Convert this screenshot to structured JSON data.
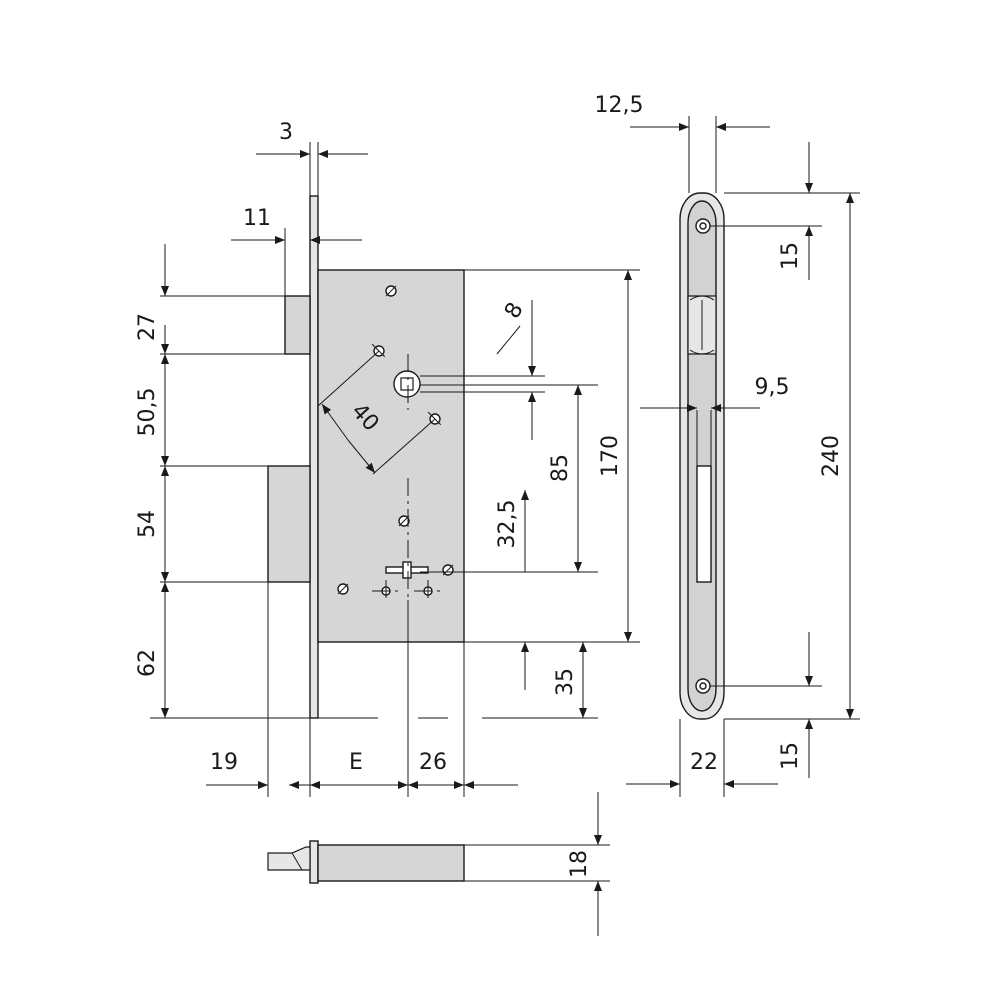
{
  "labels": {
    "faceplate_thickness": "3",
    "latch_projection": "11",
    "latch_height": "27",
    "latch_to_bolt": "50,5",
    "bolt_height": "54",
    "bolt_to_bottom": "62",
    "bolt_throw": "19",
    "backset": "E",
    "case_depth": "26",
    "handle_hole": "8",
    "handle_spacing": "40",
    "handle_to_key": "85",
    "key_offset": "32,5",
    "case_height": "170",
    "case_bottom": "35",
    "faceplate_width_top": "12,5",
    "screw_top": "15",
    "bolt_width": "9,5",
    "faceplate_height": "240",
    "faceplate_width": "22",
    "screw_bottom": "15",
    "case_thickness": "18"
  }
}
